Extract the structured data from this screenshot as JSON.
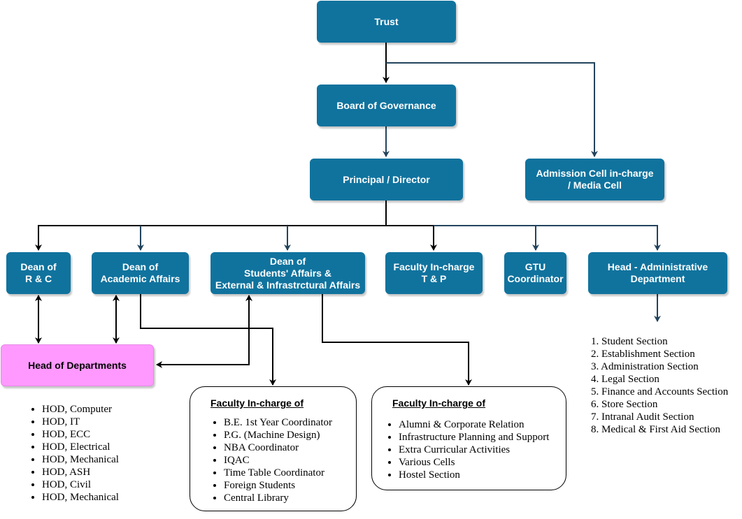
{
  "nodes": {
    "trust": "Trust",
    "board": "Board of Governance",
    "principal": "Principal / Director",
    "admission": "Admission Cell in-charge\n/ Media Cell",
    "dean_rc": "Dean of\nR & C",
    "dean_academic": "Dean of\nAcademic Affairs",
    "dean_students": "Dean of\nStudents' Affairs &\nExternal & Infrastrctural Affairs",
    "faculty_tp": "Faculty In-charge\nT & P",
    "gtu": "GTU\nCoordinator",
    "head_admin": "Head - Administrative\nDepartment",
    "head_departments": "Head of Departments"
  },
  "hod_list": [
    "HOD, Computer",
    "HOD, IT",
    "HOD, ECC",
    "HOD, Electrical",
    "HOD, Mechanical",
    "HOD, ASH",
    "HOD, Civil",
    "HOD, Mechanical"
  ],
  "faculty_panel_1": {
    "title": "Faculty In-charge of",
    "items": [
      "B.E. 1st Year Coordinator",
      "P.G. (Machine Design)",
      "NBA Coordinator",
      "IQAC",
      "Time Table Coordinator",
      "Foreign Students",
      "Central Library"
    ]
  },
  "faculty_panel_2": {
    "title": "Faculty In-charge of",
    "items": [
      "Alumni & Corporate Relation",
      "Infrastructure Planning and Support",
      "Extra Curricular Activities",
      "Various Cells",
      "Hostel Section"
    ]
  },
  "admin_sections": [
    "1. Student Section",
    "2. Establishment Section",
    "3. Administration Section",
    "4. Legal Section",
    "5. Finance and Accounts Section",
    "6. Store Section",
    "7. Intranal Audit Section",
    "8. Medical & First Aid Section"
  ],
  "colors": {
    "node_fill": "#10739e",
    "pink_fill": "#ff99ff",
    "blue_line": "#23445d",
    "black_line": "#000000"
  }
}
